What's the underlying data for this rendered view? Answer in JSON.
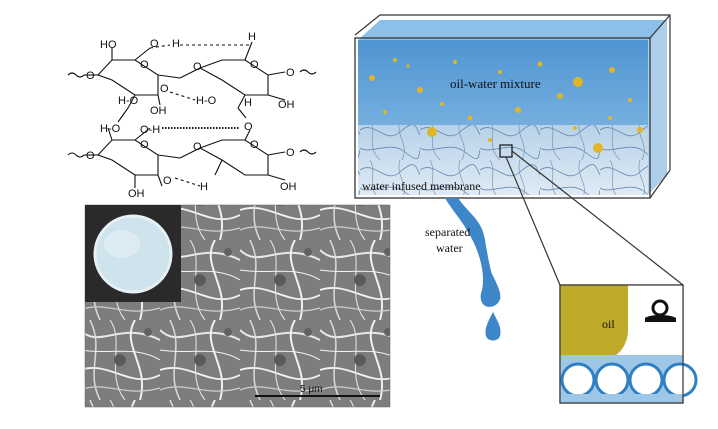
{
  "diagram": {
    "tank_label": "oil-water mixture",
    "membrane_label": "water infused membrane",
    "separated_label_line1": "separated",
    "separated_label_line2": "water",
    "oil_label": "oil",
    "scale_bar_label": "5 μm",
    "chem_labels": {
      "ho_top": "HO",
      "h_top_left": "H",
      "h_top_right": "H",
      "o_top": "O",
      "o_ring1_top": "O",
      "o_bridge_top": "O",
      "o_ring2_top": "O",
      "o_end_top": "O",
      "o_start_top": "O",
      "oh_top1": "OH",
      "oh_top2": "OH",
      "h_mid1": "H",
      "h_o_mid": "H-O",
      "o_mid": "O",
      "h_o_mid2": "H-O",
      "h_mid_right": "H",
      "h_lower": "H-O",
      "o_lower_left": "O",
      "o_lower_hash": "O-H",
      "o_lower_right": "O",
      "o_ring1_bot": "O",
      "o_bridge_bot": "O",
      "o_ring2_bot": "O",
      "o_end_bot": "O",
      "o_start_bot": "O",
      "oh_bot1": "OH",
      "oh_bot2": "OH",
      "o_bot_hb": "O",
      "h_bot_hb": "H"
    }
  },
  "colors": {
    "tank_water": "#5d9fd6",
    "membrane": "#cfe0ee",
    "oil": "#bfaa2a",
    "droplet": "#e0b52a",
    "drip": "#3d86c8",
    "sem_bg": "#8a8a8a"
  }
}
